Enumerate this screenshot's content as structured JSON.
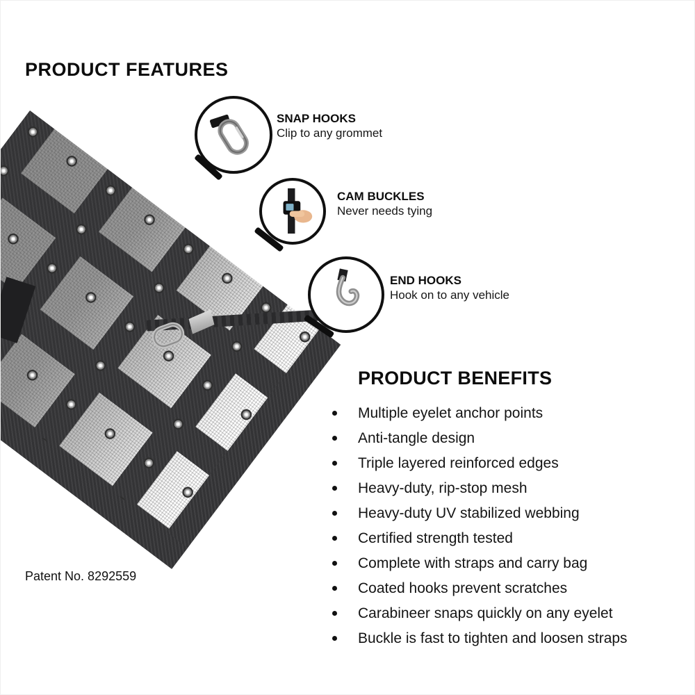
{
  "headings": {
    "features": "PRODUCT FEATURES",
    "benefits": "PRODUCT BENEFITS"
  },
  "callouts": [
    {
      "title": "SNAP HOOKS",
      "desc": "Clip to any grommet",
      "icon": "carabiner-icon"
    },
    {
      "title": "CAM BUCKLES",
      "desc": "Never needs tying",
      "icon": "cam-buckle-icon"
    },
    {
      "title": "END HOOKS",
      "desc": "Hook on to any vehicle",
      "icon": "end-hook-icon"
    }
  ],
  "benefits": [
    "Multiple eyelet anchor points",
    "Anti-tangle design",
    "Triple layered reinforced edges",
    "Heavy-duty, rip-stop mesh",
    "Heavy-duty UV stabilized webbing",
    "Certified strength tested",
    "Complete with straps and carry bag",
    "Coated hooks prevent scratches",
    "Carabineer snaps quickly on any eyelet",
    "Buckle is fast to tighten and loosen straps"
  ],
  "patent": "Patent No. 8292559",
  "colors": {
    "webbing": "#343436",
    "mesh": "#9a9a9a",
    "text": "#111111",
    "metal": "#9a9a9a",
    "hand": "#e9b78e"
  }
}
